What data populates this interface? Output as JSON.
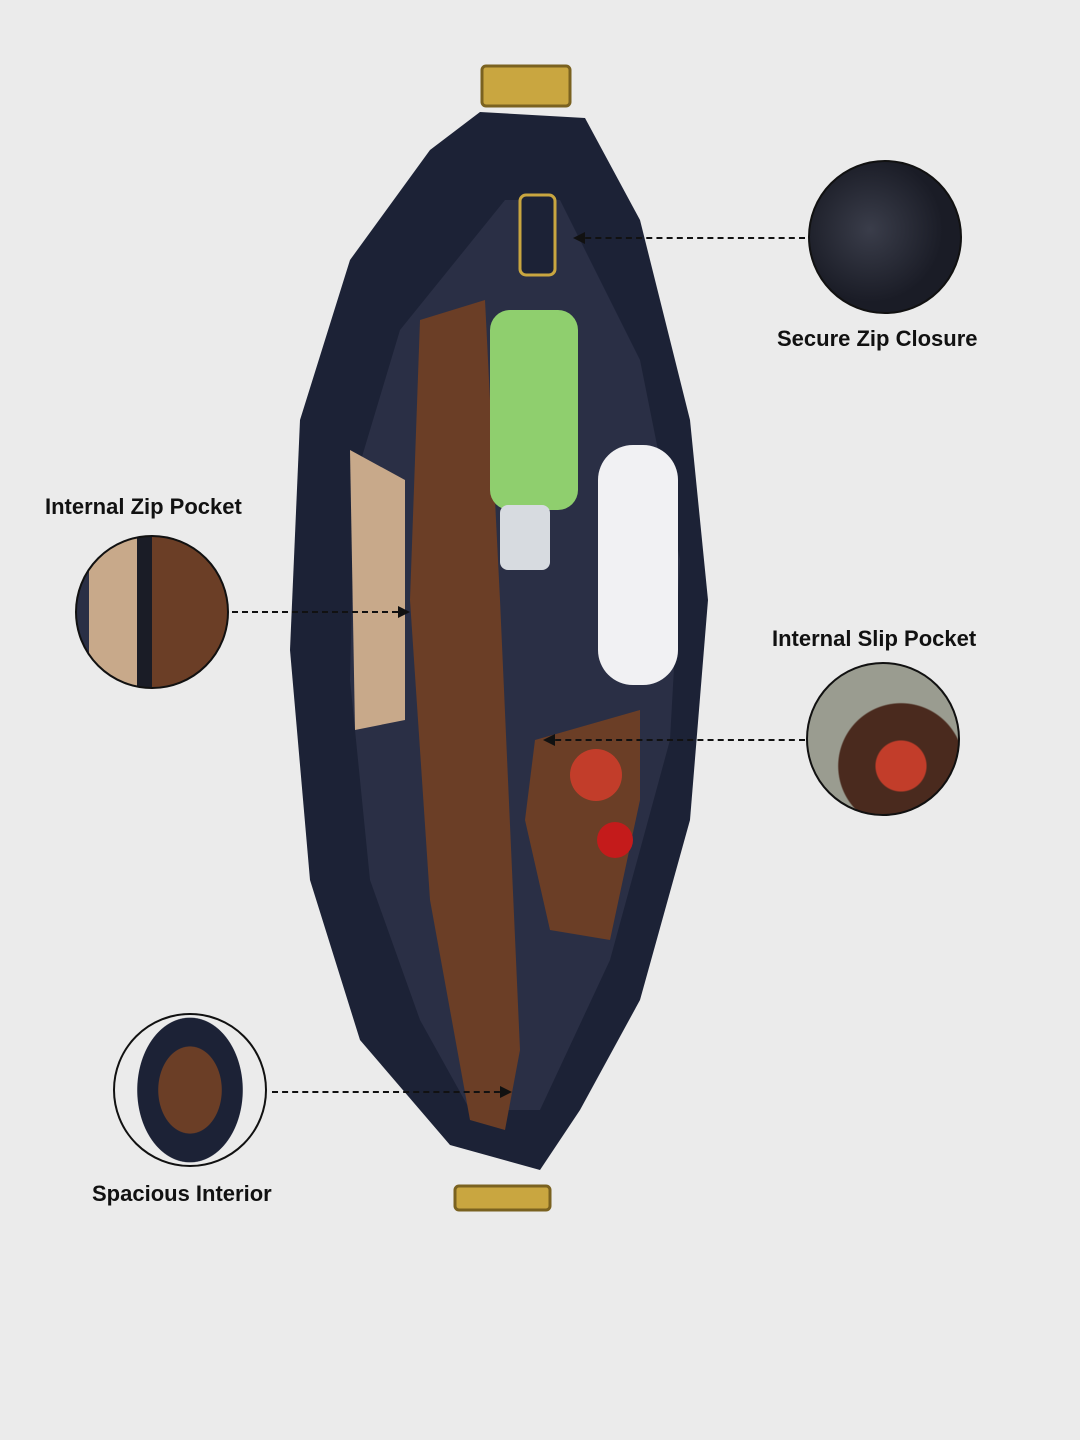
{
  "callouts": {
    "zip_closure": "Secure Zip Closure",
    "zip_pocket": "Internal Zip Pocket",
    "slip_pocket": "Internal Slip Pocket",
    "interior": "Spacious Interior"
  },
  "colors": {
    "background": "#ebebeb",
    "bag_navy": "#1c2236",
    "lining_brown": "#6b3e26",
    "hardware_gold": "#c9a640"
  }
}
